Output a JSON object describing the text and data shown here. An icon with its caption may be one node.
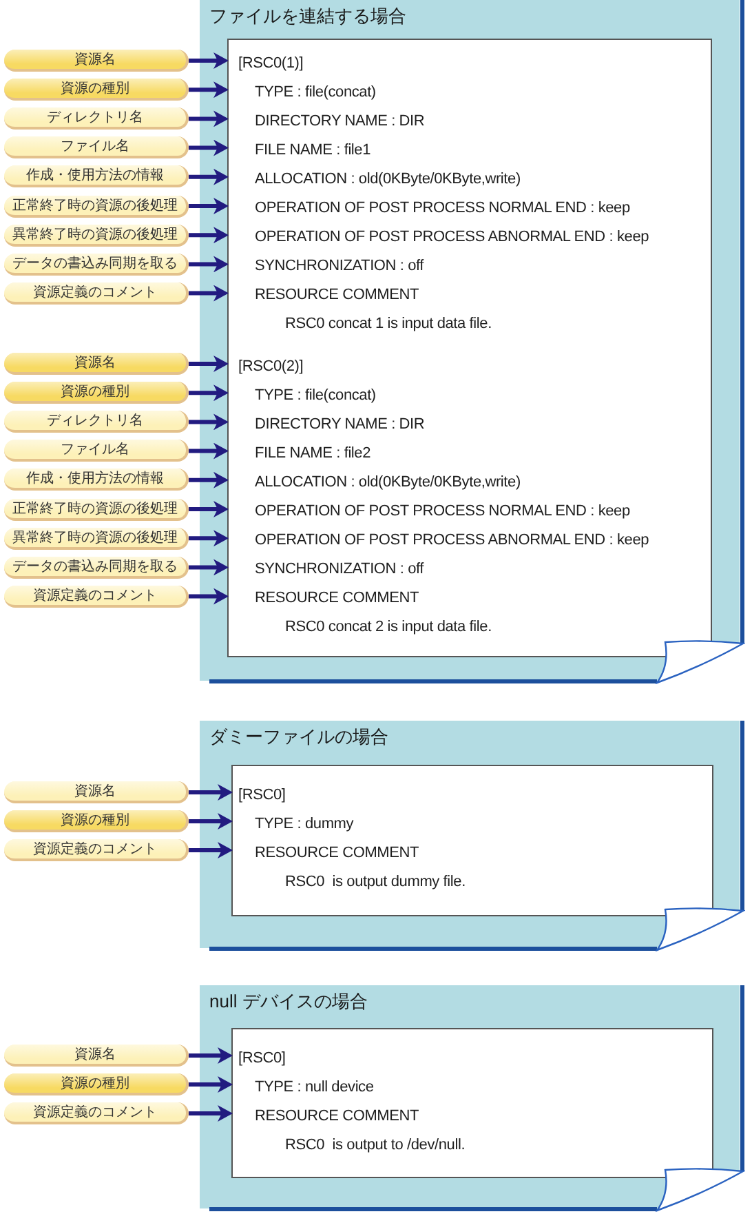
{
  "diagram": {
    "nodes": [
      {
        "text": [
          "ファイルを連結する場合"
        ]
      },
      {
        "text": [],
        "shape": "box",
        "in": 0
      },
      {
        "text": [
          "[RSC0(1)]"
        ],
        "in": 1
      },
      {
        "text": [
          "TYPE : file(concat)"
        ],
        "in": 1
      },
      {
        "text": [
          "DIRECTORY NAME : DIR"
        ],
        "in": 1
      },
      {
        "text": [
          "FILE NAME : file1"
        ],
        "in": 1
      },
      {
        "text": [
          "ALLOCATION : old(0KByte/0KByte,write)"
        ],
        "in": 1
      },
      {
        "text": [
          "OPERATION OF POST PROCESS NORMAL END : keep"
        ],
        "in": 1
      },
      {
        "text": [
          "OPERATION OF POST PROCESS ABNORMAL END : keep"
        ],
        "in": 1
      },
      {
        "text": [
          "SYNCHRONIZATION : off"
        ],
        "in": 1
      },
      {
        "text": [
          "RESOURCE COMMENT"
        ],
        "in": 1
      },
      {
        "text": [
          "RSC0 concat 1 is input data file."
        ],
        "in": 1
      },
      {
        "text": [
          "[RSC0(2)]"
        ],
        "in": 1
      },
      {
        "text": [
          "TYPE : file(concat)"
        ],
        "in": 1
      },
      {
        "text": [
          "DIRECTORY NAME : DIR"
        ],
        "in": 1
      },
      {
        "text": [
          "FILE NAME : file2"
        ],
        "in": 1
      },
      {
        "text": [
          "ALLOCATION : old(0KByte/0KByte,write)"
        ],
        "in": 1
      },
      {
        "text": [
          "OPERATION OF POST PROCESS NORMAL END : keep"
        ],
        "in": 1
      },
      {
        "text": [
          "OPERATION OF POST PROCESS ABNORMAL END : keep"
        ],
        "in": 1
      },
      {
        "text": [
          "SYNCHRONIZATION : off"
        ],
        "in": 1
      },
      {
        "text": [
          "RESOURCE COMMENT"
        ],
        "in": 1
      },
      {
        "text": [
          "RSC0 concat 2 is input data file."
        ],
        "in": 1
      },
      {
        "text": [
          "資源名"
        ]
      },
      {
        "text": [
          "資源の種別"
        ]
      },
      {
        "text": [
          "ディレクトリ名"
        ]
      },
      {
        "text": [
          "ファイル名"
        ]
      },
      {
        "text": [
          "作成・使用方法の情報"
        ]
      },
      {
        "text": [
          "正常終了時の資源の後処理"
        ]
      },
      {
        "text": [
          "異常終了時の資源の後処理"
        ]
      },
      {
        "text": [
          "データの書込み同期を取る"
        ]
      },
      {
        "text": [
          "資源定義のコメント"
        ]
      },
      {
        "text": [
          "資源名"
        ]
      },
      {
        "text": [
          "資源の種別"
        ]
      },
      {
        "text": [
          "ディレクトリ名"
        ]
      },
      {
        "text": [
          "ファイル名"
        ]
      },
      {
        "text": [
          "作成・使用方法の情報"
        ]
      },
      {
        "text": [
          "正常終了時の資源の後処理"
        ]
      },
      {
        "text": [
          "異常終了時の資源の後処理"
        ]
      },
      {
        "text": [
          "データの書込み同期を取る"
        ]
      },
      {
        "text": [
          "資源定義のコメント"
        ]
      },
      {
        "text": [
          "ダミーファイルの場合"
        ]
      },
      {
        "text": [],
        "shape": "box",
        "in": 40
      },
      {
        "text": [
          "[RSC0]"
        ],
        "in": 41
      },
      {
        "text": [
          "TYPE : dummy"
        ],
        "in": 41
      },
      {
        "text": [
          "RESOURCE COMMENT"
        ],
        "in": 41
      },
      {
        "text": [
          "RSC0  is output dummy file."
        ],
        "in": 41
      },
      {
        "text": [
          "資源名"
        ]
      },
      {
        "text": [
          "資源の種別"
        ]
      },
      {
        "text": [
          "資源定義のコメント"
        ]
      },
      {
        "text": [
          "null デバイスの場合"
        ]
      },
      {
        "text": [],
        "shape": "box",
        "in": 49
      },
      {
        "text": [
          "[RSC0]"
        ],
        "in": 50
      },
      {
        "text": [
          "TYPE : null device"
        ],
        "in": 50
      },
      {
        "text": [
          "RESOURCE COMMENT"
        ],
        "in": 50
      },
      {
        "text": [
          "RSC0  is output to /dev/null."
        ],
        "in": 50
      },
      {
        "text": [
          "資源名"
        ]
      },
      {
        "text": [
          "資源の種別"
        ]
      },
      {
        "text": [
          "資源定義のコメント"
        ]
      }
    ],
    "edges": [
      {
        "from": 22,
        "to": 2,
        "arrow": "to"
      },
      {
        "from": 23,
        "to": 3,
        "arrow": "to"
      },
      {
        "from": 24,
        "to": 4,
        "arrow": "to"
      },
      {
        "from": 25,
        "to": 5,
        "arrow": "to"
      },
      {
        "from": 26,
        "to": 6,
        "arrow": "to"
      },
      {
        "from": 27,
        "to": 7,
        "arrow": "to"
      },
      {
        "from": 28,
        "to": 8,
        "arrow": "to"
      },
      {
        "from": 29,
        "to": 9,
        "arrow": "to"
      },
      {
        "from": 30,
        "to": 10,
        "arrow": "to"
      },
      {
        "from": 31,
        "to": 12,
        "arrow": "to"
      },
      {
        "from": 32,
        "to": 13,
        "arrow": "to"
      },
      {
        "from": 33,
        "to": 14,
        "arrow": "to"
      },
      {
        "from": 34,
        "to": 15,
        "arrow": "to"
      },
      {
        "from": 35,
        "to": 16,
        "arrow": "to"
      },
      {
        "from": 36,
        "to": 17,
        "arrow": "to"
      },
      {
        "from": 37,
        "to": 18,
        "arrow": "to"
      },
      {
        "from": 38,
        "to": 19,
        "arrow": "to"
      },
      {
        "from": 39,
        "to": 20,
        "arrow": "to"
      },
      {
        "from": 46,
        "to": 42,
        "arrow": "to"
      },
      {
        "from": 47,
        "to": 43,
        "arrow": "to"
      },
      {
        "from": 48,
        "to": 44,
        "arrow": "to"
      },
      {
        "from": 55,
        "to": 51,
        "arrow": "to"
      },
      {
        "from": 56,
        "to": 52,
        "arrow": "to"
      },
      {
        "from": 57,
        "to": 53,
        "arrow": "to"
      }
    ]
  }
}
